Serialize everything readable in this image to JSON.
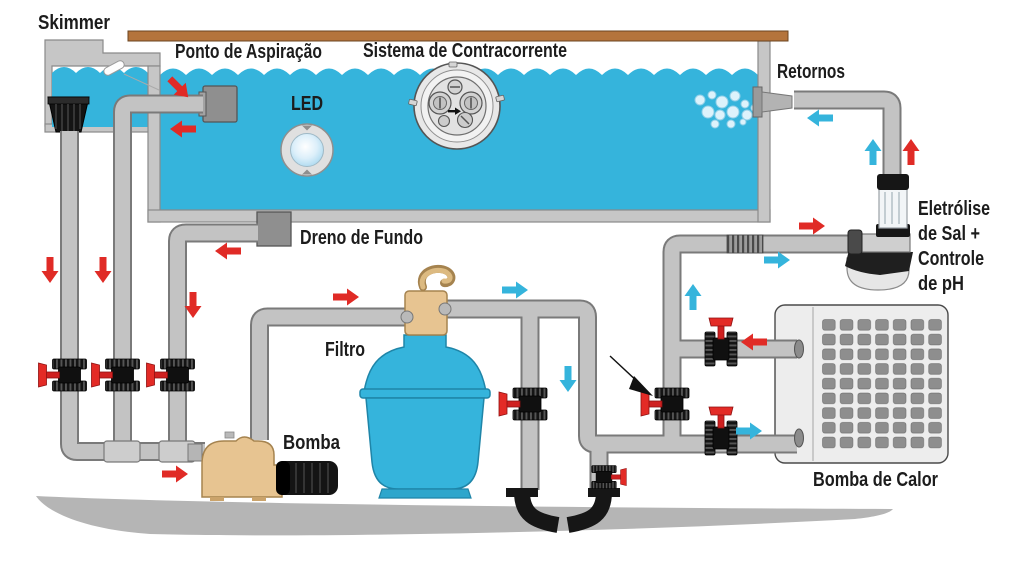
{
  "labels": {
    "skimmer": "Skimmer",
    "suction_point": "Ponto de Aspiração",
    "counter_current": "Sistema de Contracorrente",
    "led": "LED",
    "returns": "Retornos",
    "bottom_drain": "Dreno de Fundo",
    "filter": "Filtro",
    "pump": "Bomba",
    "electrolysis_line1": "Eletrólise",
    "electrolysis_line2": "de Sal +",
    "electrolysis_line3": "Controle",
    "electrolysis_line4": "de pH",
    "heat_pump": "Bomba de Calor"
  },
  "colors": {
    "water": "#35b4dc",
    "arrow-red": "#e02b26",
    "arrow-blue": "#35b4dc",
    "pipe": "#c3c3c3",
    "pipe-outline": "#7a7a7a",
    "wood": "#b4743c",
    "tan": "#e7c491",
    "ground": "#b5b5b5",
    "wall": "#c6c6c6",
    "label": "#1c1c1c"
  }
}
